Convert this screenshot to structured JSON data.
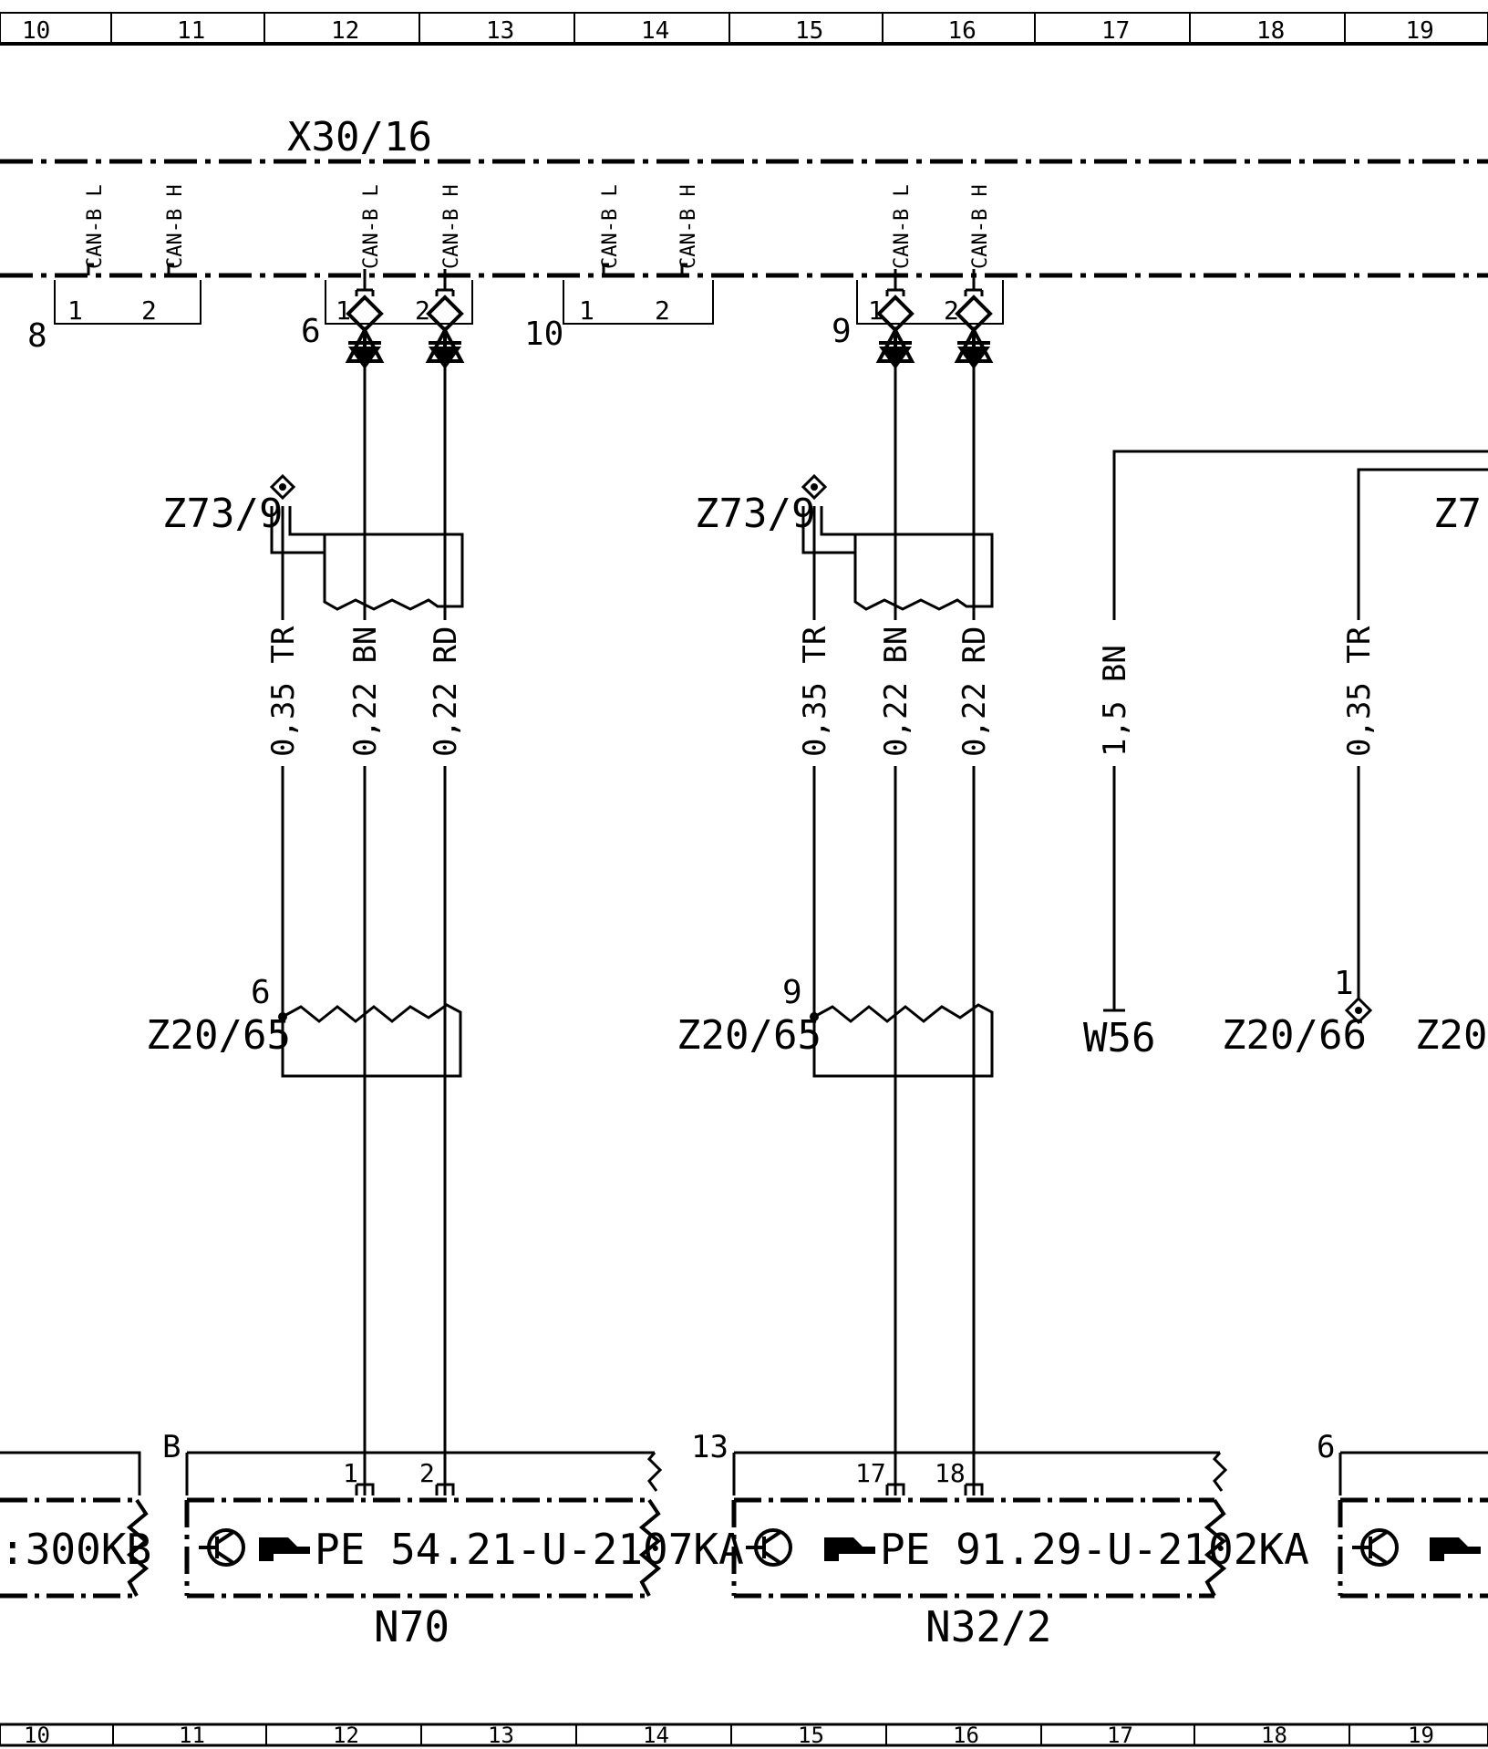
{
  "grid_top": [
    "10",
    "11",
    "12",
    "13",
    "14",
    "15",
    "16",
    "17",
    "18",
    "19"
  ],
  "grid_bottom": [
    "10",
    "11",
    "12",
    "13",
    "14",
    "15",
    "16",
    "17",
    "18",
    "19"
  ],
  "connector_label": "X30/16",
  "can_labels": {
    "low": "CAN-B L",
    "high": "CAN-B H"
  },
  "blocks": [
    {
      "id": "8",
      "pins": [
        "1",
        "2"
      ]
    },
    {
      "id": "6",
      "pins": [
        "1",
        "2"
      ]
    },
    {
      "id": "10",
      "pins": [
        "1",
        "2"
      ]
    },
    {
      "id": "9",
      "pins": [
        "1",
        "2"
      ]
    }
  ],
  "z73": "Z73/9",
  "z73_partial": "Z7",
  "wires_left": [
    "0,35 TR",
    "0,22 BN",
    "0,22 RD"
  ],
  "wires_mid": [
    "0,35 TR",
    "0,22 BN",
    "0,22 RD"
  ],
  "wire_w56": "1,5 BN",
  "wire_z2066": "0,35 TR",
  "z20_left": {
    "pin": "6",
    "label": "Z20/65"
  },
  "z20_mid": {
    "pin": "9",
    "label": "Z20/65"
  },
  "w56": "W56",
  "z2066": {
    "pin": "1",
    "label": "Z20/66"
  },
  "z20_partial": "Z20,",
  "modules": [
    {
      "corner": "B",
      "pins": [
        "1",
        "2"
      ],
      "ref": "PE 54.21-U-2107KA",
      "name": "N70"
    },
    {
      "corner": "13",
      "pins": [
        "17",
        "18"
      ],
      "ref": "PE 91.29-U-2102KA",
      "name": "N32/2"
    },
    {
      "corner": "6",
      "ref": ""
    }
  ],
  "left_partial_ref": ":300KB"
}
